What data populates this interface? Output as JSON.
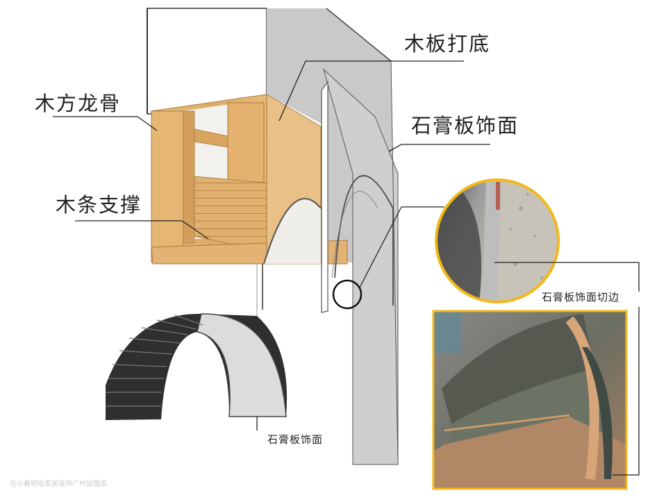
{
  "labels": {
    "wood_keel": "木方龙骨",
    "wood_strip_support": "木条支撑",
    "plank_base": "木板打底",
    "gypsum_finish_right": "石膏板饰面",
    "gypsum_finish_bottom": "石膏板饰面",
    "gypsum_edge_cut": "石膏板饰面切边"
  },
  "watermark": "在小看吧啦家居装饰广州加盟店",
  "colors": {
    "wood": "#e2b372",
    "wood_dark": "#c98f48",
    "gypsum": "#d4d4d4",
    "gypsum_dark": "#8f8f8f",
    "panel_black": "#2f2f2f",
    "highlight_ring": "#f2b818"
  }
}
